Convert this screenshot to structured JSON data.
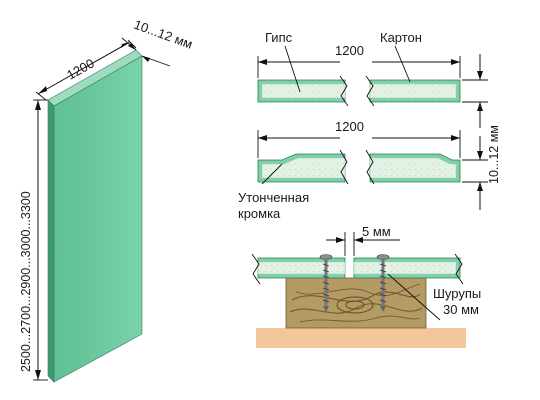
{
  "panel": {
    "width_label": "1200",
    "thickness_label": "10...12 мм",
    "height_label": "2500...2700...2900...3000...3300"
  },
  "sections": {
    "gypsum_label": "Гипс",
    "cardboard_label": "Картон",
    "width_label_top": "1200",
    "thickness_label": "10...12 мм",
    "width_label_mid": "1200",
    "edge_label_line1": "Утонченная",
    "edge_label_line2": "кромка"
  },
  "joint": {
    "gap_label": "5 мм",
    "screws_label_line1": "Шурупы",
    "screws_label_line2": "30 мм"
  },
  "colors": {
    "board_face": "#6cc9a0",
    "board_edge": "#3f9a73",
    "board_core": "#ddeee0",
    "board_cardboard": "#7fd0a8",
    "wood": "#b49a63",
    "wood_dark": "#6f5a34",
    "base": "#f3c79a"
  }
}
